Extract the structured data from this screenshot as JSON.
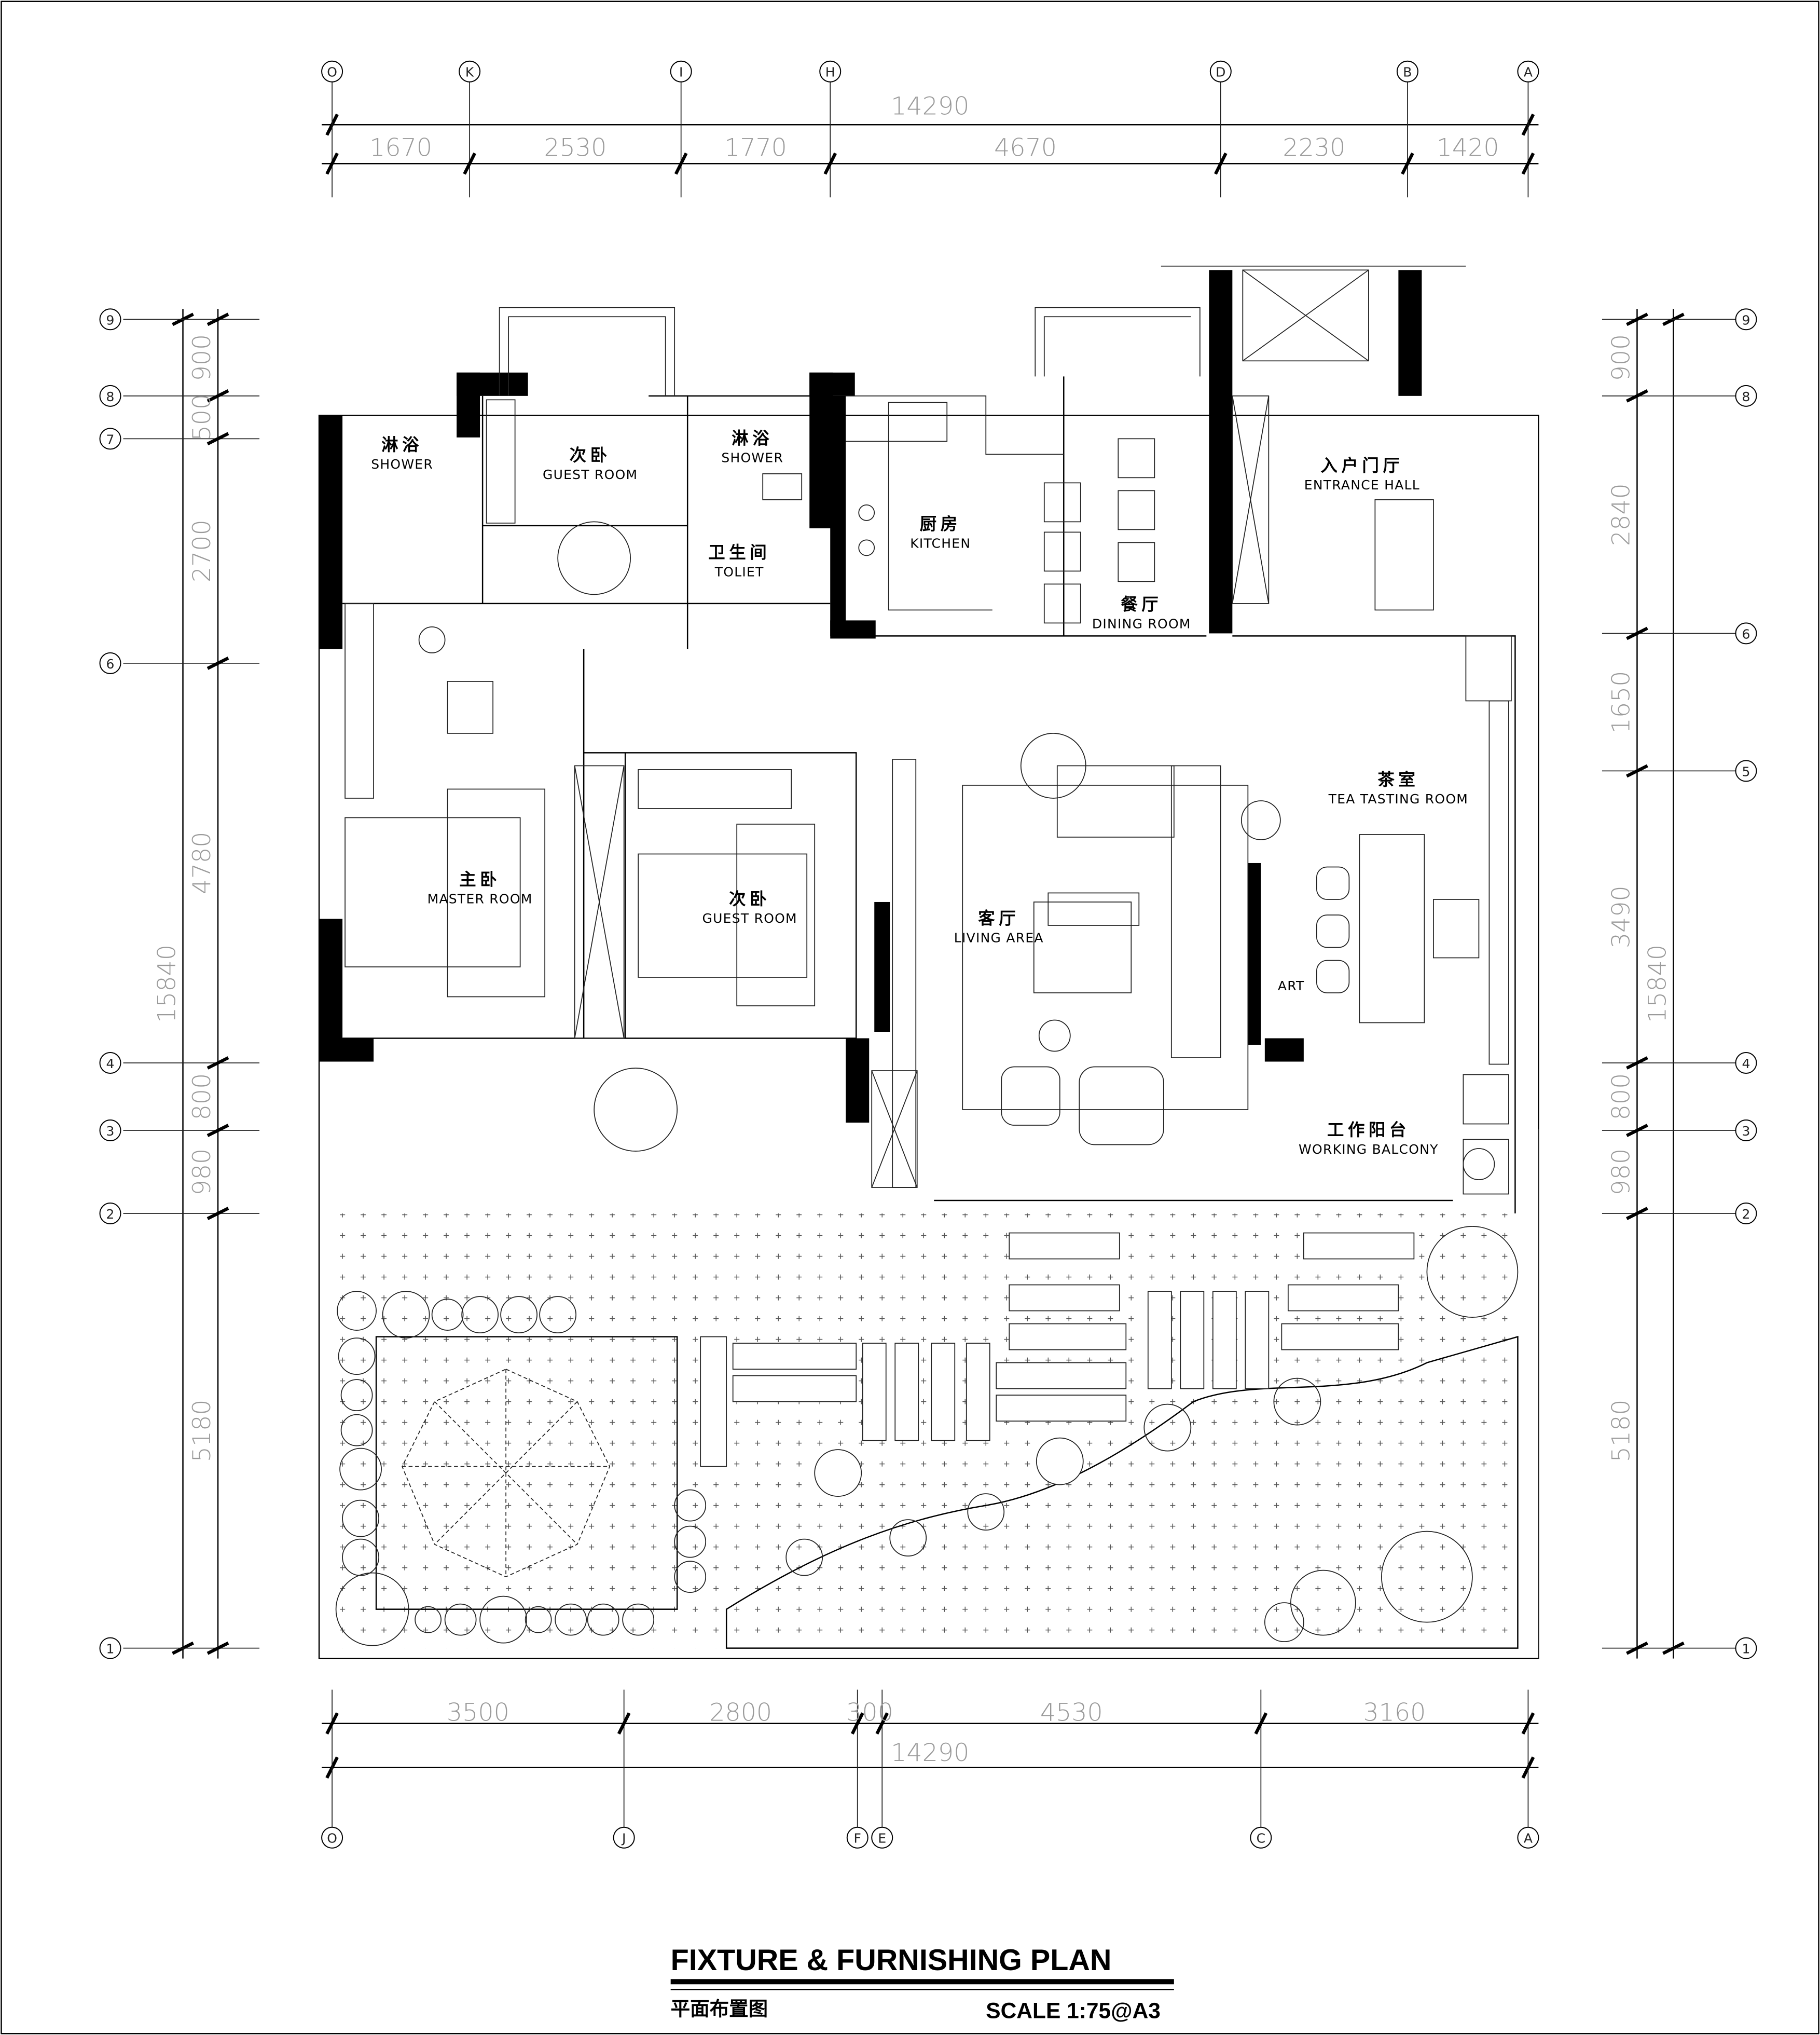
{
  "drawing": {
    "title": "FIXTURE & FURNISHING PLAN",
    "subtitle": "平面布置图",
    "scale": "SCALE  1:75@A3"
  },
  "top_axes": [
    "O",
    "K",
    "I",
    "H",
    "D",
    "B",
    "A"
  ],
  "top_total": "14290",
  "top_segments": [
    "1670",
    "2530",
    "1770",
    "4670",
    "2230",
    "1420"
  ],
  "bottom_axes": [
    "O",
    "J",
    "F",
    "E",
    "C",
    "A"
  ],
  "bottom_total": "14290",
  "bottom_segments": [
    "3500",
    "2800",
    "300",
    "4530",
    "3160"
  ],
  "left_axes": [
    "9",
    "8",
    "7",
    "6",
    "4",
    "3",
    "2",
    "1"
  ],
  "left_total": "15840",
  "left_segments": [
    "900",
    "500",
    "2700",
    "4780",
    "800",
    "980",
    "5180"
  ],
  "right_axes": [
    "9",
    "8",
    "6",
    "5",
    "4",
    "3",
    "2",
    "1"
  ],
  "right_total": "15840",
  "right_segments": [
    "900",
    "2840",
    "1650",
    "3490",
    "800",
    "980",
    "5180"
  ],
  "rooms": [
    {
      "zh": "淋浴",
      "en": "SHOWER"
    },
    {
      "zh": "次卧",
      "en": "GUEST ROOM"
    },
    {
      "zh": "淋浴",
      "en": "SHOWER"
    },
    {
      "zh": "卫生间",
      "en": "TOLIET"
    },
    {
      "zh": "厨房",
      "en": "KITCHEN"
    },
    {
      "zh": "餐厅",
      "en": "DINING ROOM"
    },
    {
      "zh": "入户门厅",
      "en": "ENTRANCE HALL"
    },
    {
      "zh": "主卧",
      "en": "MASTER ROOM"
    },
    {
      "zh": "次卧",
      "en": "GUEST ROOM"
    },
    {
      "zh": "客厅",
      "en": "LIVING AREA"
    },
    {
      "zh": "茶室",
      "en": "TEA TASTING ROOM"
    },
    {
      "zh": "工作阳台",
      "en": "WORKING BALCONY"
    }
  ],
  "art_label": "ART"
}
